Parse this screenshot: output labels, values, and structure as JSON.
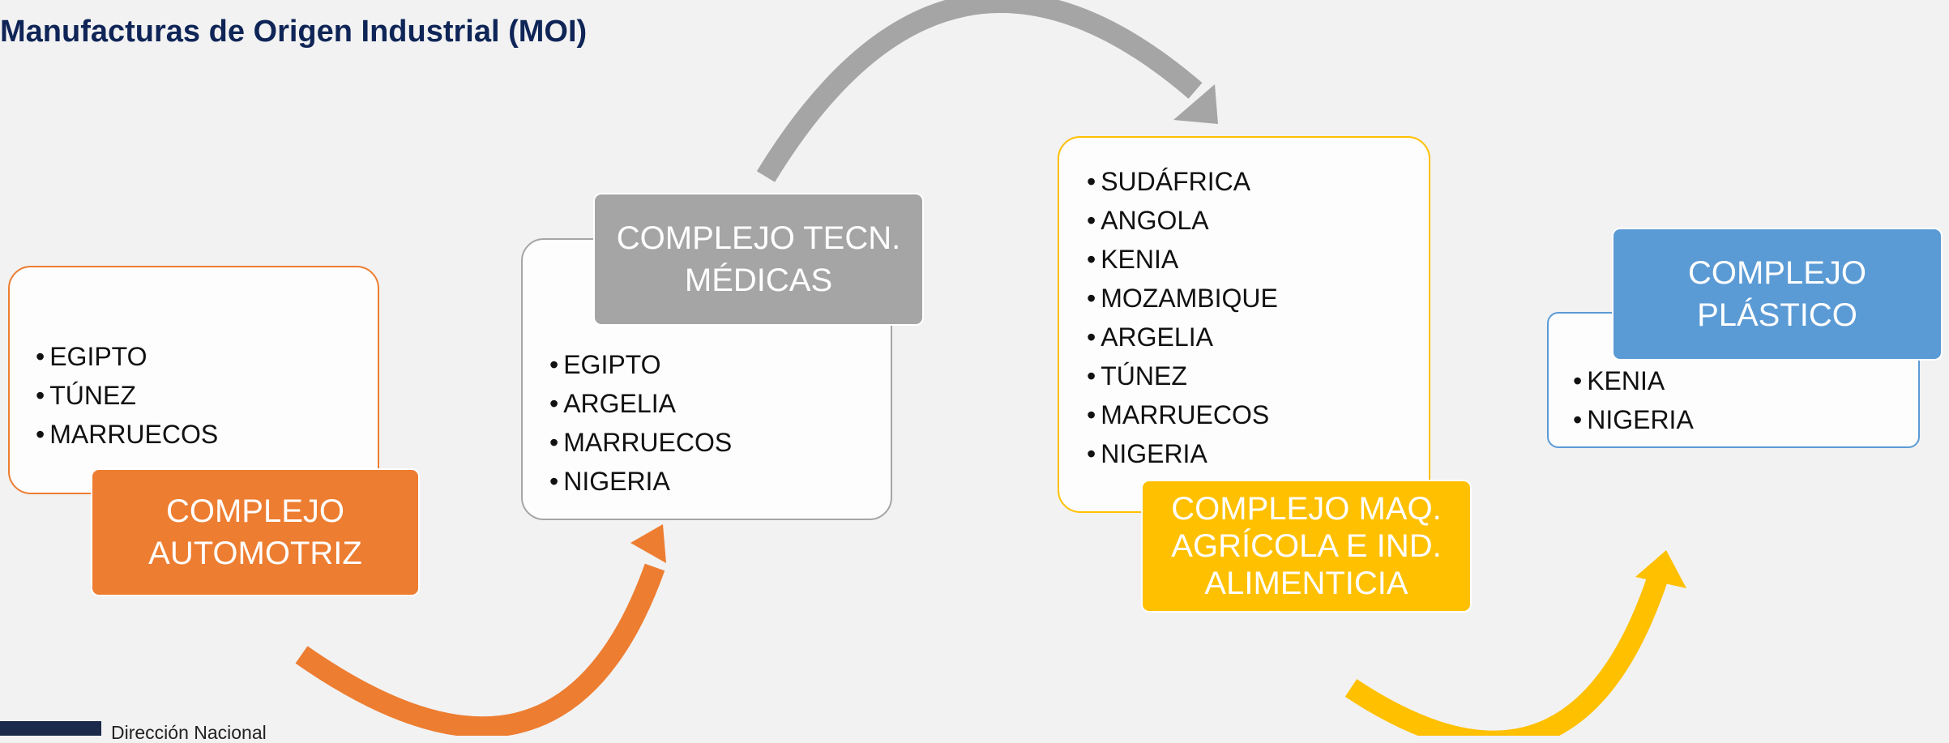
{
  "title": "Manufacturas de Origen Industrial (MOI)",
  "colors": {
    "automotriz": "#ed7d31",
    "tecn_medicas": "#a5a5a5",
    "maq_agricola": "#ffc000",
    "plastico": "#5b9bd5",
    "title": "#0f2557"
  },
  "complejos": [
    {
      "label_line1": "COMPLEJO",
      "label_line2": "AUTOMOTRIZ",
      "countries": [
        "EGIPTO",
        "TÚNEZ",
        "MARRUECOS"
      ]
    },
    {
      "label_line1": "COMPLEJO TECN.",
      "label_line2": "MÉDICAS",
      "countries": [
        "EGIPTO",
        "ARGELIA",
        "MARRUECOS",
        "NIGERIA"
      ]
    },
    {
      "label_line1": "COMPLEJO MAQ.",
      "label_line2": "AGRÍCOLA E IND.",
      "label_line3": "ALIMENTICIA",
      "countries": [
        "SUDÁFRICA",
        "ANGOLA",
        "KENIA",
        "MOZAMBIQUE",
        "ARGELIA",
        "TÚNEZ",
        "MARRUECOS",
        "NIGERIA"
      ]
    },
    {
      "label_line1": "COMPLEJO",
      "label_line2": "PLÁSTICO",
      "countries": [
        "KENIA",
        "NIGERIA"
      ]
    }
  ],
  "footer": {
    "text": "Dirección Nacional"
  }
}
